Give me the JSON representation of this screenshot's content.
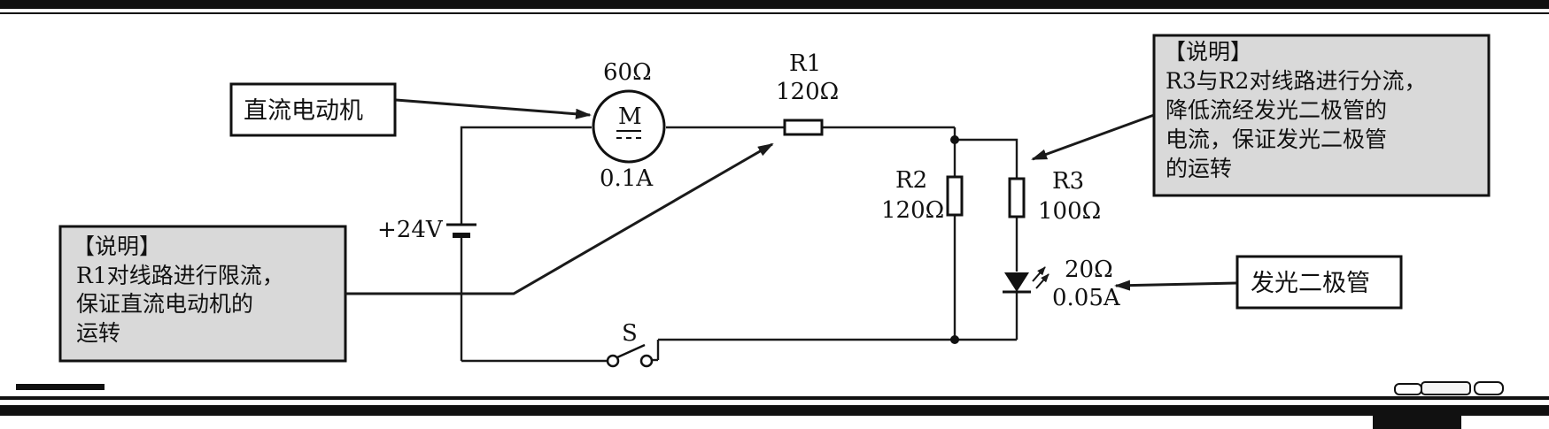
{
  "motor": {
    "resistance": "60Ω",
    "symbol": "M",
    "current": "0.1A",
    "callout": "直流电动机"
  },
  "resistor_r1": {
    "name": "R1",
    "value": "120Ω"
  },
  "resistor_r2": {
    "name": "R2",
    "value": "120Ω"
  },
  "resistor_r3": {
    "name": "R3",
    "value": "100Ω"
  },
  "battery": {
    "voltage": "+24V"
  },
  "switch": {
    "name": "S"
  },
  "led": {
    "resistance": "20Ω",
    "current": "0.05A",
    "callout": "发光二极管"
  },
  "note_r1": {
    "title": "【说明】",
    "lines": [
      "R1对线路进行限流，",
      "保证直流电动机的",
      "运转"
    ]
  },
  "note_r3": {
    "title": "【说明】",
    "lines": [
      "R3与R2对线路进行分流，",
      "降低流经发光二极管的",
      "电流，保证发光二极管",
      "的运转"
    ]
  },
  "colors": {
    "line": "#1a1a1a",
    "note_fill": "#d9d9d9",
    "background": "#ffffff"
  }
}
